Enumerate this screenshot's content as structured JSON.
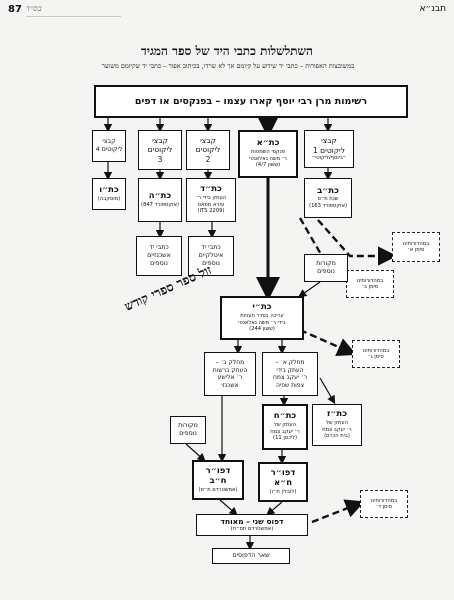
{
  "page": {
    "page_number": "87",
    "handwriting": "בס״ד",
    "header_mark": "תבנ״א"
  },
  "title": "השתלשלות כתבי היד של ספר המגיד",
  "subtitle": "במשובצות האפורות – כתבי יד שידוע על קיומם אך לא שרדו, בכיתוב אפור – כתבי יד שקיומם משוער",
  "boxes": {
    "root": {
      "name": "רשימות מרן רבי יוסף קארו עצמו – בפנקסים או דפים"
    },
    "kovetz1": {
      "name": "קבצי\nליקוטים 1",
      "line": "״ביוסף/ליקוטי״"
    },
    "ktaa": {
      "name": "כת״א",
      "line": "פנקסי השמטות\nר׳ משה גאלאנטי",
      "small": "(ששון 4/7)"
    },
    "kovetz2": {
      "name": "קבצי\nליקוטים\n2"
    },
    "kovetz3": {
      "name": "קבצי\nליקוטים\n3"
    },
    "kovetz4": {
      "name": "קבצי\nליקוטים 4"
    },
    "ktab": {
      "name": "כת״ב",
      "line": "שנת ת״ס",
      "small": "(אוקספורד 163)"
    },
    "ktad": {
      "name": "כת״ד",
      "line": "העתק בידי ר׳\nעזרא מפאנו",
      "small": "(ITS 2209)"
    },
    "ktah": {
      "name": "כת״ה",
      "small": "(אוקספורד 847)"
    },
    "ktaw": {
      "name": "כת״ו",
      "small": "(מוסקבה)"
    },
    "ktaz_italy": {
      "name": "כתבי יד\nאיטלקיים\nנוספים"
    },
    "ktaz_ashk": {
      "name": "כתבי יד\nאשכנזיים\nנוספים"
    },
    "mek1": {
      "name": "מקורות\nנוספים"
    },
    "ktay": {
      "name": "כת״י",
      "line": "עריכה בסדר תעניות\nבידי ר׳ משה גאלאנטי",
      "small": "(ששון 244)"
    },
    "mach_a": {
      "name": "מחלק א׳ –\nהעתק בידי\nר׳ יעקב צמח\nצפות שפיה"
    },
    "mach_b": {
      "name": "מחלק ב׳ –\nהעתק ברשות\nר׳ אלישע\nאשכנזי"
    },
    "ktaz": {
      "name": "כת״ז",
      "line": "העתק של\nר׳ יעקב צמח",
      "small": "(בית הכרם)"
    },
    "ktach": {
      "name": "כת״ח",
      "line": "העתק של\nר׳ יעקב צמח",
      "small": "(ליכסן 11)"
    },
    "mek2": {
      "name": "מקורות\nנוספים"
    },
    "dfs_b": {
      "name": "דפו״ר\nח״ב",
      "small": "(אמשטרדם ת״ס)"
    },
    "dfs_a": {
      "name": "דפו״ר\nח״א",
      "small": "(לובלין ת״ו)"
    },
    "dfs_2": {
      "name": "דפוס שני – מאוחד",
      "small": "(אמשטרדם תס״ח)"
    },
    "rest": {
      "name": "שאר הדפוסים"
    },
    "lost1": {
      "name": "במהדורותינו\nסימן א׳"
    },
    "lost2": {
      "name": "במהדורותינו\nסימן ב׳"
    },
    "lost3": {
      "name": "במהדורותינו\nסימן ג׳"
    },
    "lost4": {
      "name": "במהדורותינו\nסימן ד׳"
    }
  },
  "side_label": "זול ספר ספרי קודש"
}
